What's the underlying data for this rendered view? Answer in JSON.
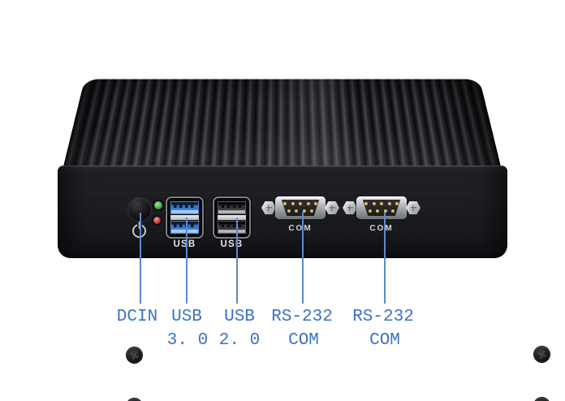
{
  "scene": {
    "description": "Front view product photo of a black fanless mini PC with finned heatsink top",
    "background_color": "#ffffff"
  },
  "device": {
    "panel": {
      "usb3_label": "USB",
      "usb2_label": "USB",
      "com1_label": "COM",
      "com2_label": "COM"
    },
    "leds": {
      "power_color": "#3fae46",
      "hdd_color": "#c13a32"
    }
  },
  "callouts": {
    "line_color": "#5d89cf",
    "text_color": "#3d72c4",
    "items": [
      {
        "line1": "DCIN",
        "line2": ""
      },
      {
        "line1": "USB",
        "line2": "3. 0"
      },
      {
        "line1": "USB",
        "line2": "2. 0"
      },
      {
        "line1": "RS-232",
        "line2": "COM"
      },
      {
        "line1": "RS-232",
        "line2": "COM"
      }
    ]
  }
}
